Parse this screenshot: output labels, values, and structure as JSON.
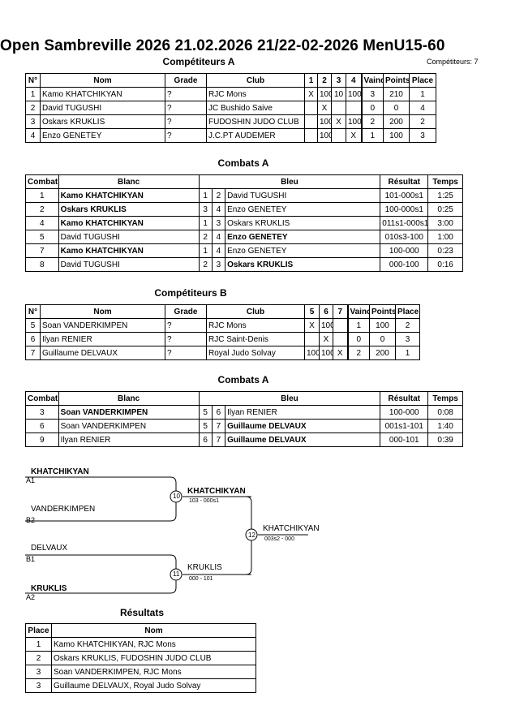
{
  "header": {
    "title": "Open Sambreville 2026  21.02.2026  21/22-02-2026   MenU15-60"
  },
  "poolA": {
    "title": "Compétiteurs A",
    "count_label": "Compétiteurs: 7",
    "headers": [
      "N°",
      "Nom",
      "Grade",
      "Club",
      "1",
      "2",
      "3",
      "4",
      "Vainqueurs",
      "Points",
      "Place"
    ],
    "rows": [
      [
        "1",
        "Kamo KHATCHIKYAN",
        "?",
        "RJC Mons",
        "X",
        "100",
        "10",
        "100",
        "3",
        "210",
        "1"
      ],
      [
        "2",
        "David TUGUSHI",
        "?",
        "JC Bushido Saive",
        "",
        "X",
        "",
        "",
        "0",
        "0",
        "4"
      ],
      [
        "3",
        "Oskars KRUKLIS",
        "?",
        "FUDOSHIN JUDO CLUB",
        "",
        "100",
        "X",
        "100",
        "2",
        "200",
        "2"
      ],
      [
        "4",
        "Enzo GENETEY",
        "?",
        "J.C.PT AUDEMER",
        "",
        "100",
        "",
        "X",
        "1",
        "100",
        "3"
      ]
    ]
  },
  "fightsA": {
    "title": "Combats A",
    "headers": [
      "Combat",
      "Blanc",
      "Bleu",
      "Résultat",
      "Temps"
    ],
    "rows": [
      {
        "n": "1",
        "white": "Kamo KHATCHIKYAN",
        "wb": true,
        "a": "1",
        "b": "2",
        "blue": "David TUGUSHI",
        "bb": false,
        "res": "101-000s1",
        "time": "1:25"
      },
      {
        "n": "2",
        "white": "Oskars KRUKLIS",
        "wb": true,
        "a": "3",
        "b": "4",
        "blue": "Enzo GENETEY",
        "bb": false,
        "res": "100-000s1",
        "time": "0:25"
      },
      {
        "n": "4",
        "white": "Kamo KHATCHIKYAN",
        "wb": true,
        "a": "1",
        "b": "3",
        "blue": "Oskars KRUKLIS",
        "bb": false,
        "res": "011s1-000s1",
        "time": "3:00"
      },
      {
        "n": "5",
        "white": "David TUGUSHI",
        "wb": false,
        "a": "2",
        "b": "4",
        "blue": "Enzo GENETEY",
        "bb": true,
        "res": "010s3-100",
        "time": "1:00"
      },
      {
        "n": "7",
        "white": "Kamo KHATCHIKYAN",
        "wb": true,
        "a": "1",
        "b": "4",
        "blue": "Enzo GENETEY",
        "bb": false,
        "res": "100-000",
        "time": "0:23"
      },
      {
        "n": "8",
        "white": "David TUGUSHI",
        "wb": false,
        "a": "2",
        "b": "3",
        "blue": "Oskars KRUKLIS",
        "bb": true,
        "res": "000-100",
        "time": "0:16"
      }
    ]
  },
  "poolB": {
    "title": "Compétiteurs B",
    "headers": [
      "N°",
      "Nom",
      "Grade",
      "Club",
      "5",
      "6",
      "7",
      "Vainqueurs",
      "Points",
      "Place"
    ],
    "rows": [
      [
        "5",
        "Soan VANDERKIMPEN",
        "?",
        "RJC Mons",
        "X",
        "100",
        "",
        "1",
        "100",
        "2"
      ],
      [
        "6",
        "Ilyan RENIER",
        "?",
        "RJC Saint-Denis",
        "",
        "X",
        "",
        "0",
        "0",
        "3"
      ],
      [
        "7",
        "Guillaume DELVAUX",
        "?",
        "Royal Judo Solvay",
        "100",
        "100",
        "X",
        "2",
        "200",
        "1"
      ]
    ]
  },
  "fightsB": {
    "title": "Combats A",
    "headers": [
      "Combat",
      "Blanc",
      "Bleu",
      "Résultat",
      "Temps"
    ],
    "rows": [
      {
        "n": "3",
        "white": "Soan VANDERKIMPEN",
        "wb": true,
        "a": "5",
        "b": "6",
        "blue": "Ilyan RENIER",
        "bb": false,
        "res": "100-000",
        "time": "0:08"
      },
      {
        "n": "6",
        "white": "Soan VANDERKIMPEN",
        "wb": false,
        "a": "5",
        "b": "7",
        "blue": "Guillaume DELVAUX",
        "bb": true,
        "res": "001s1-101",
        "time": "1:40"
      },
      {
        "n": "9",
        "white": "Ilyan RENIER",
        "wb": false,
        "a": "6",
        "b": "7",
        "blue": "Guillaume DELVAUX",
        "bb": true,
        "res": "000-101",
        "time": "0:39"
      }
    ]
  },
  "bracket": {
    "s1_top": "KHATCHIKYAN",
    "s1_top_seed": "A1",
    "s1_bot": "VANDERKIMPEN",
    "s1_bot_seed": "B2",
    "s2_top": "DELVAUX",
    "s2_top_seed": "B1",
    "s2_bot": "KRUKLIS",
    "s2_bot_seed": "A2",
    "f10": "10",
    "f10_winner": "KHATCHIKYAN",
    "f10_score": "103 - 000s1",
    "f11": "11",
    "f11_winner": "KRUKLIS",
    "f11_score": "000 - 101",
    "f12": "12",
    "f12_winner": "KHATCHIKYAN",
    "f12_score": "003s2 - 000"
  },
  "results": {
    "title": "Résultats",
    "headers": [
      "Place",
      "Nom"
    ],
    "rows": [
      [
        "1",
        "Kamo KHATCHIKYAN, RJC Mons"
      ],
      [
        "2",
        "Oskars KRUKLIS, FUDOSHIN JUDO CLUB"
      ],
      [
        "3",
        "Soan VANDERKIMPEN, RJC Mons"
      ],
      [
        "3",
        "Guillaume DELVAUX, Royal Judo Solvay"
      ]
    ]
  }
}
